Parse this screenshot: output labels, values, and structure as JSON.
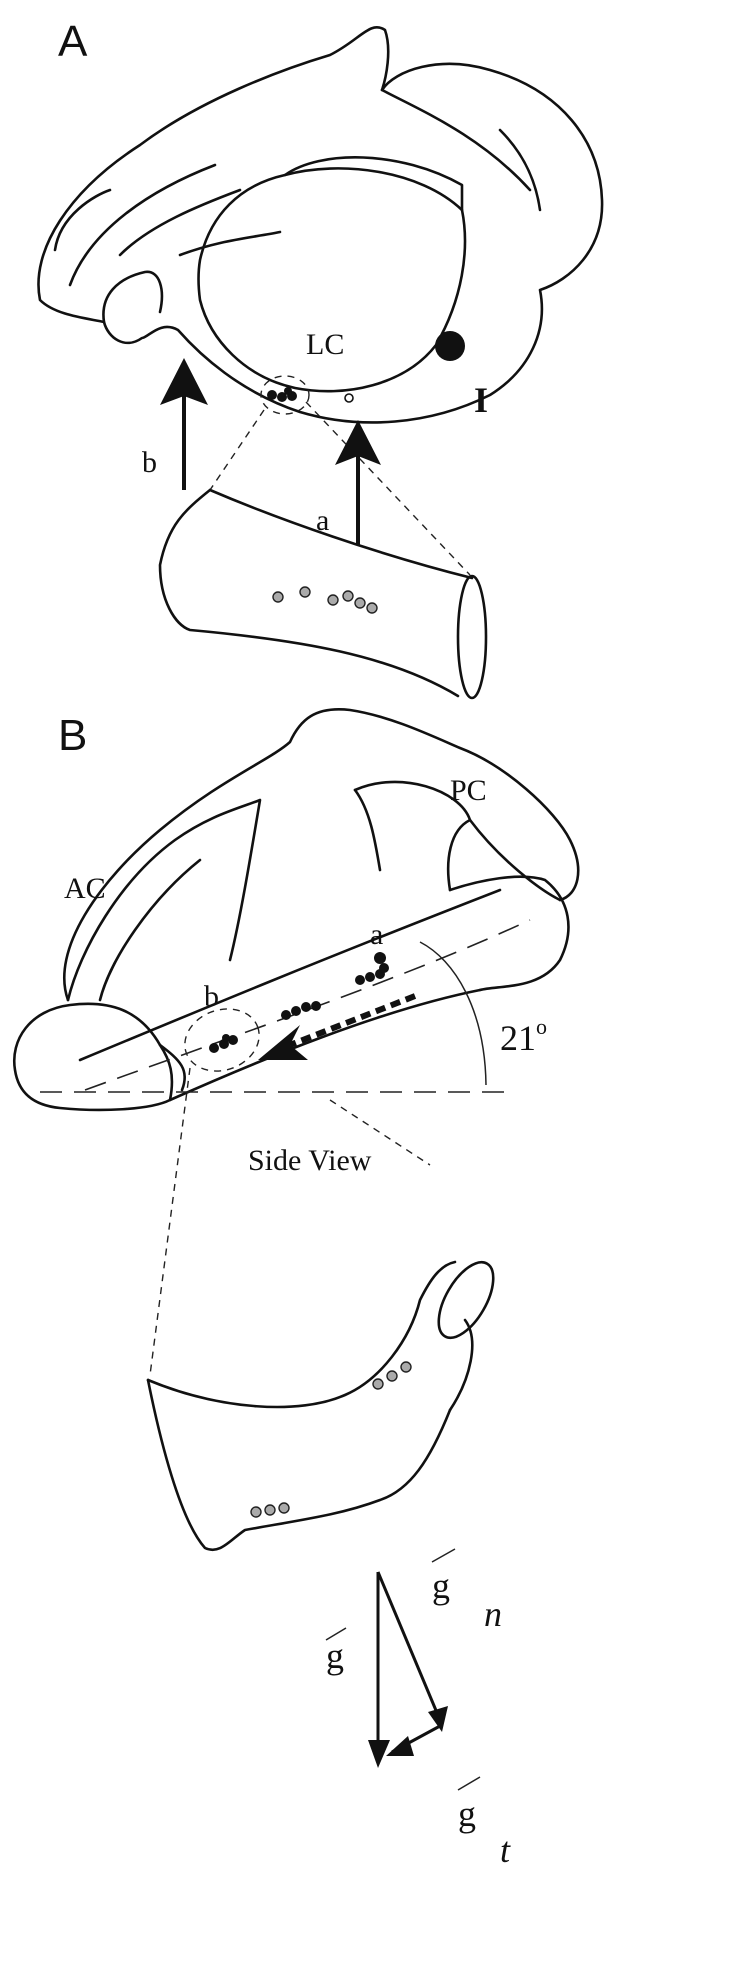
{
  "panels": {
    "a": {
      "letter": "A"
    },
    "b": {
      "letter": "B"
    }
  },
  "panel_a": {
    "lc_label": "LC",
    "marker_label": "I",
    "arrow_a_label": "a",
    "arrow_b_label": "b"
  },
  "panel_b": {
    "pc_label": "PC",
    "ac_label": "AC",
    "site_a_label": "a",
    "site_b_label": "b",
    "angle_value": "21",
    "angle_unit": "o",
    "side_view_label": "Side View"
  },
  "vectors": {
    "g": "g",
    "gn_base": "g",
    "gn_sub": "n",
    "gt_base": "g",
    "gt_sub": "t"
  }
}
